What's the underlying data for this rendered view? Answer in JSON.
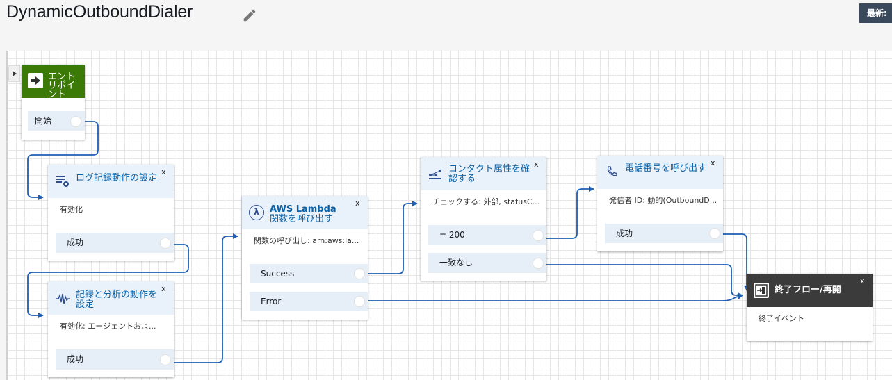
{
  "flow": {
    "title": "DynamicOutboundDialer",
    "latest_label": "最新:"
  },
  "blocks": {
    "entry": {
      "title": "エントリポイント",
      "branch": "開始"
    },
    "logging": {
      "title": "ログ記録動作の設定",
      "desc": "有効化",
      "branch": "成功",
      "close": "x"
    },
    "analytics": {
      "title_line1": "記録と分析の動作を",
      "title_line2": "設定",
      "desc": "有効化: エージェントおよ...",
      "branch": "成功",
      "close": "x"
    },
    "lambda": {
      "title_line1": "AWS Lambda",
      "title_line2": "関数を呼び出す",
      "desc": "関数の呼び出し: arn:aws:la...",
      "branches": [
        "Success",
        "Error"
      ],
      "close": "x"
    },
    "check": {
      "title_line1": "コンタクト属性を確",
      "title_line2": "認する",
      "desc": "チェックする: 外部, statusC...",
      "branches": [
        "= 200",
        "一致なし"
      ],
      "close": "x"
    },
    "call": {
      "title": "電話番号を呼び出す",
      "desc": "発信者 ID: 動的(OutboundD...",
      "branch": "成功",
      "close": "x"
    },
    "end": {
      "title": "終了フロー/再開",
      "desc": "終了イベント",
      "close": "x"
    }
  },
  "colors": {
    "entry_header": "#3b7a06",
    "end_header": "#3b3b3b",
    "wire": "#1f5fb4",
    "title_blue": "#0a62a8"
  },
  "icons": {
    "edit": "pencil-icon",
    "entry": "arrow-right-icon",
    "logging": "log-settings-icon",
    "analytics": "waveform-icon",
    "lambda": "lambda-icon",
    "check": "branch-icon",
    "call": "phone-icon",
    "end": "end-flow-icon"
  }
}
